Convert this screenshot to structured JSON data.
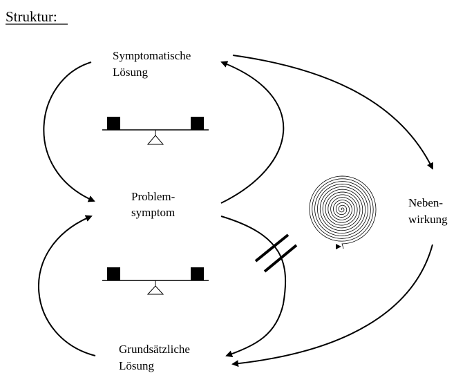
{
  "title": "Struktur:",
  "nodes": {
    "symptomatic_solution": [
      "Symptomatische",
      "Lösung"
    ],
    "problem_symptom": [
      "Problem-",
      "symptom"
    ],
    "fundamental_solution": [
      "Grundsätzliche",
      "Lösung"
    ],
    "side_effect": [
      "Neben-",
      "wirkung"
    ]
  },
  "colors": {
    "ink": "#000000",
    "background": "#ffffff"
  }
}
